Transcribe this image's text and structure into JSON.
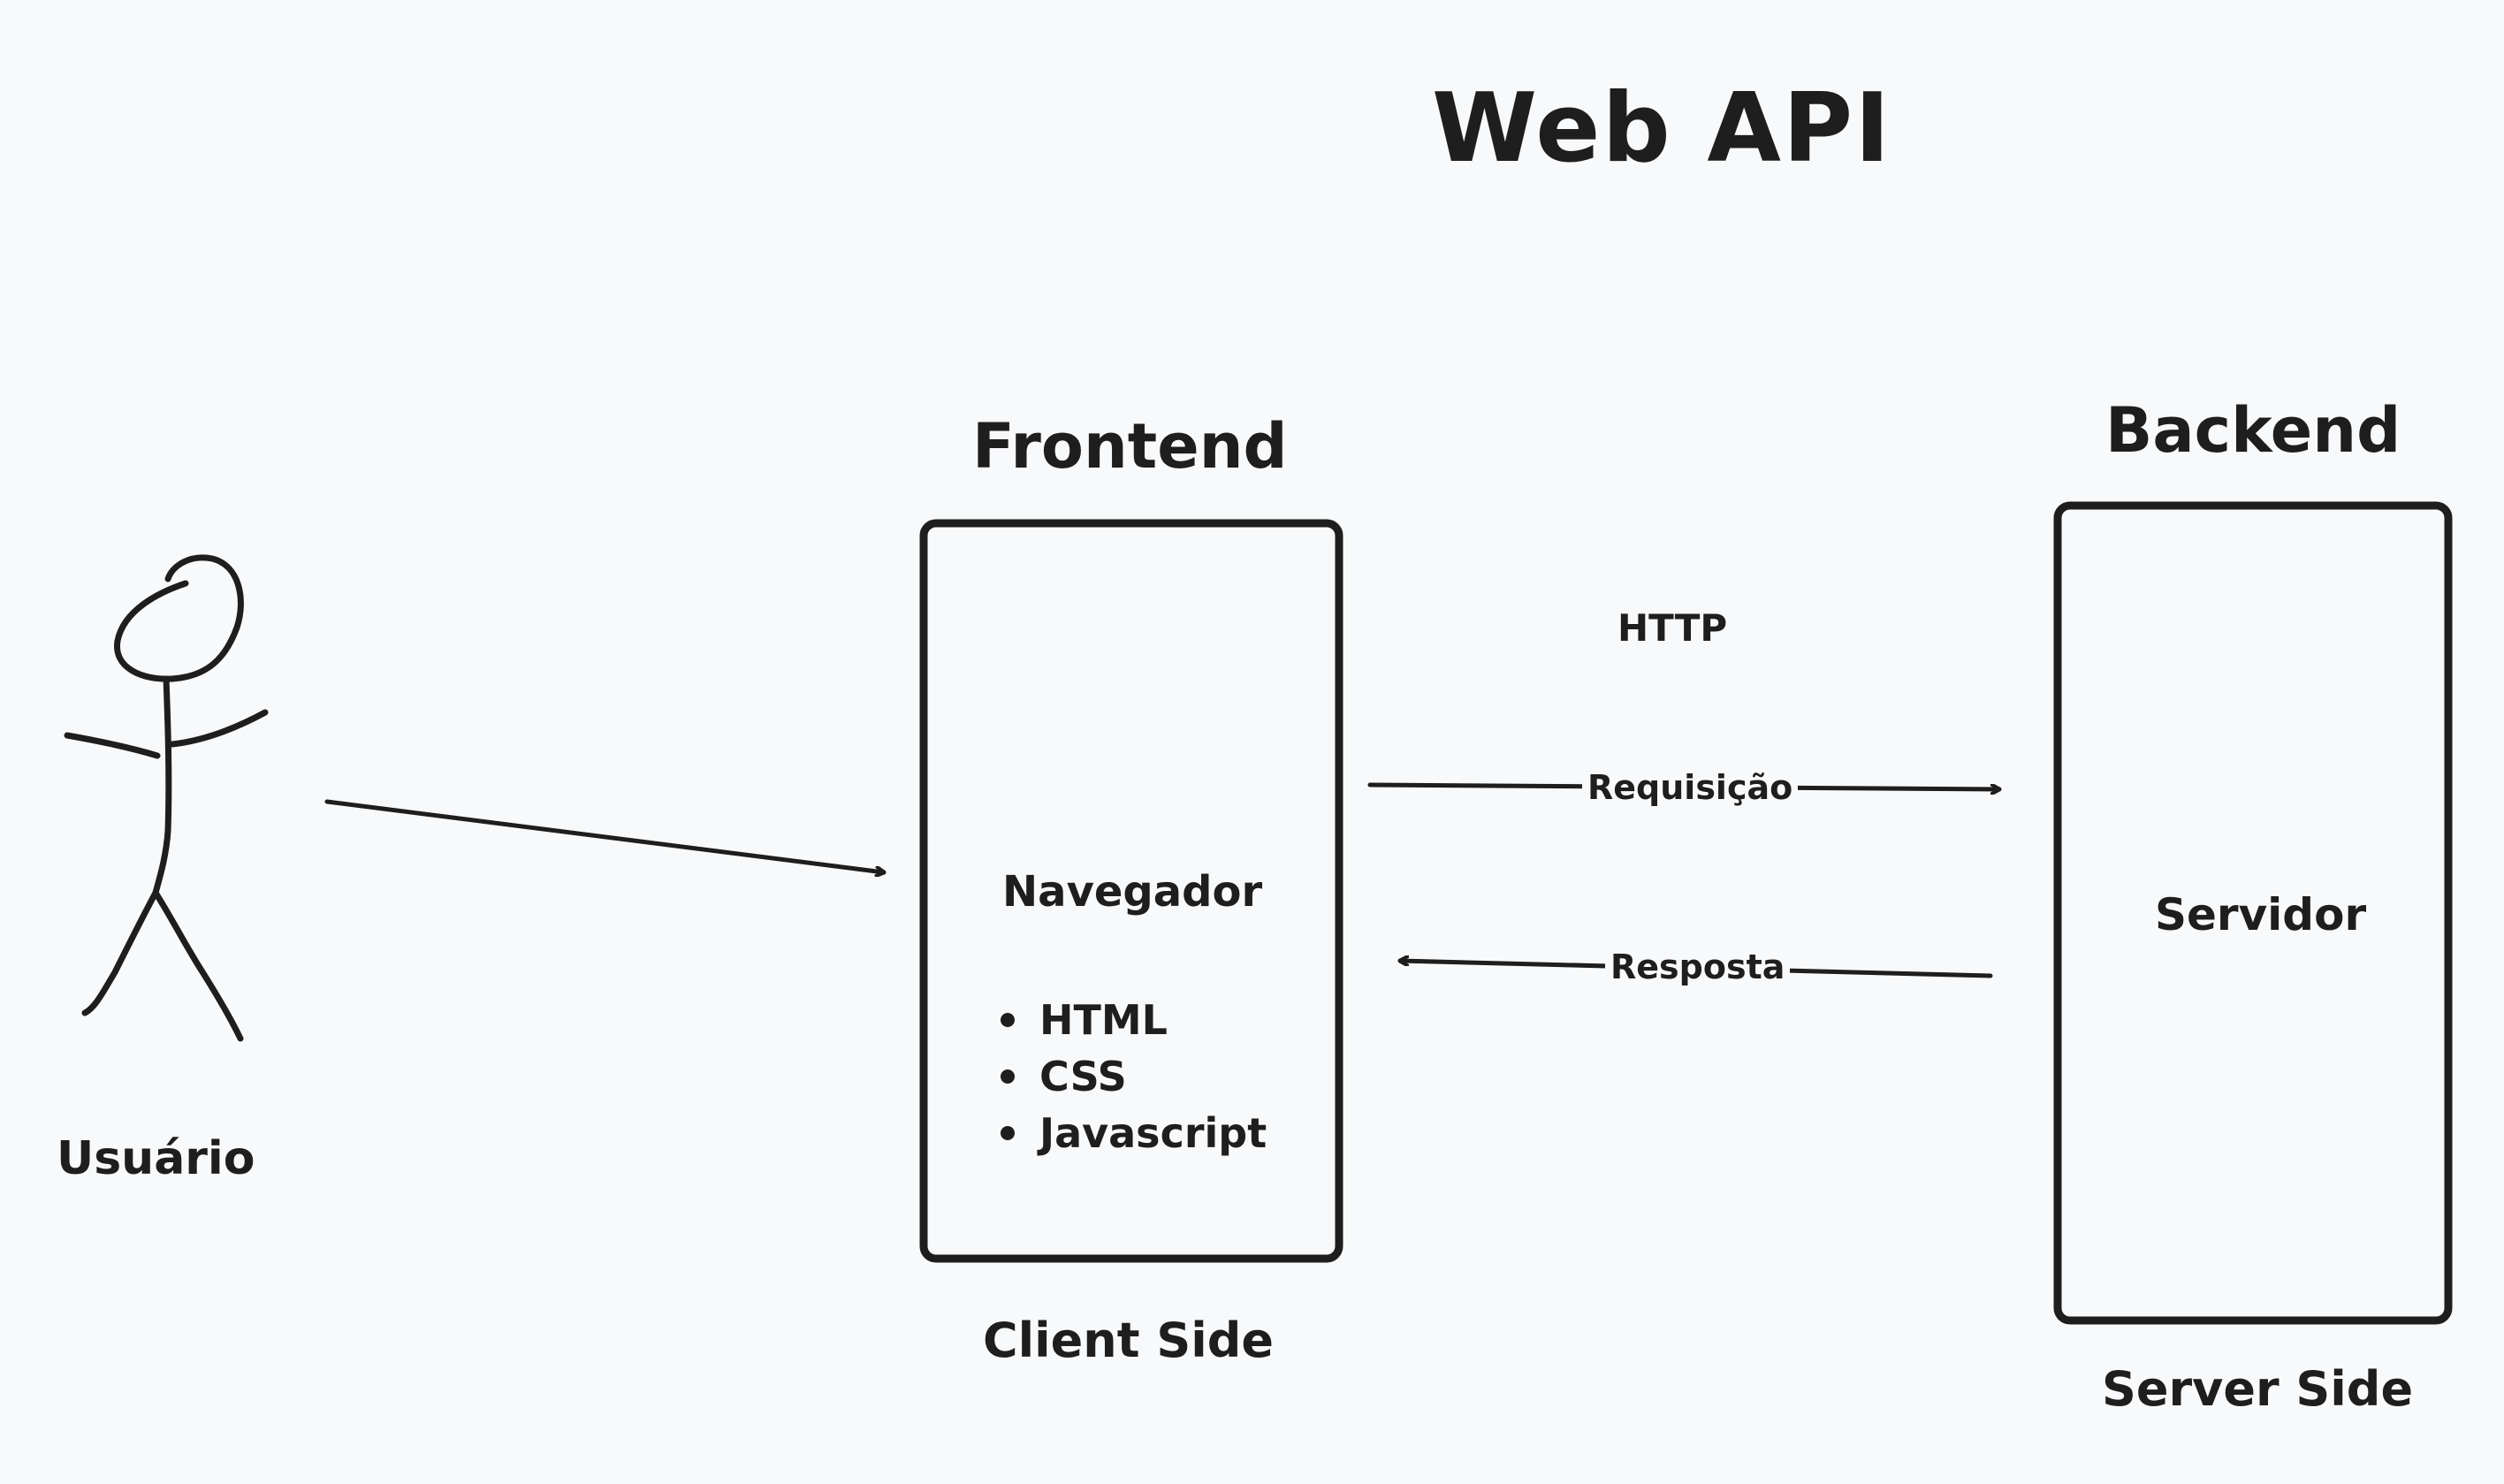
{
  "title": "Web API",
  "actor": {
    "label": "Usuário"
  },
  "frontend": {
    "heading": "Frontend",
    "box_title": "Navegador",
    "technologies": [
      "HTML",
      "CSS",
      "Javascript"
    ],
    "side_label": "Client Side"
  },
  "backend": {
    "heading": "Backend",
    "box_title": "Servidor",
    "side_label": "Server Side"
  },
  "protocol": "HTTP",
  "request_label": "Requisição",
  "response_label": "Resposta",
  "colors": {
    "stroke": "#1e1e1e",
    "background": "#f8f9fb"
  }
}
